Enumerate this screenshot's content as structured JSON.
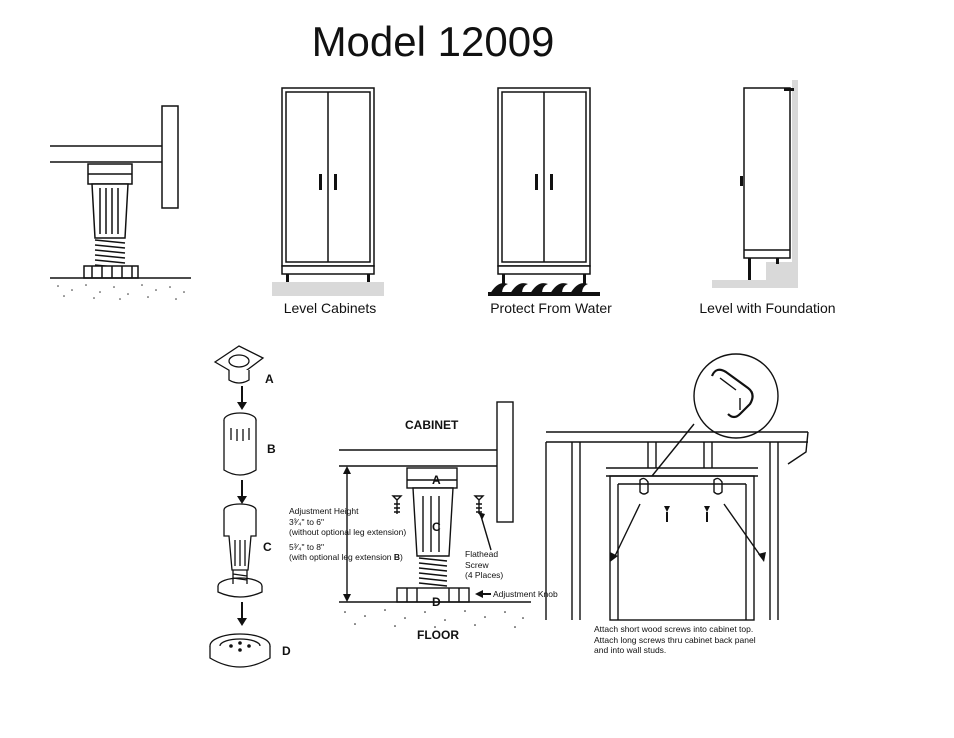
{
  "title": "Model 12009",
  "captions": {
    "level_cabinets": "Level Cabinets",
    "protect_from_water": "Protect From Water",
    "level_with_foundation": "Level with Foundation"
  },
  "parts": {
    "a": "A",
    "b": "B",
    "c": "C",
    "d": "D"
  },
  "section": {
    "cabinet": "CABINET",
    "floor": "FLOOR",
    "adjustment_height": "Adjustment Height",
    "range_1": "3³⁄₄\" to 6\"",
    "range_1_note": "(without optional leg extension)",
    "range_2": "5³⁄₄\" to 8\"",
    "range_2_note_prefix": "(with optional leg extension ",
    "range_2_note_bold": "B",
    "range_2_note_suffix": ")",
    "flathead_screw": [
      "Flathead",
      "Screw",
      "(4 Places)"
    ],
    "adjustment_knob": "Adjustment Knob"
  },
  "wall_mount_note": [
    "Attach short wood screws into cabinet top.",
    "Attach long screws thru cabinet back panel",
    "and into wall studs."
  ]
}
